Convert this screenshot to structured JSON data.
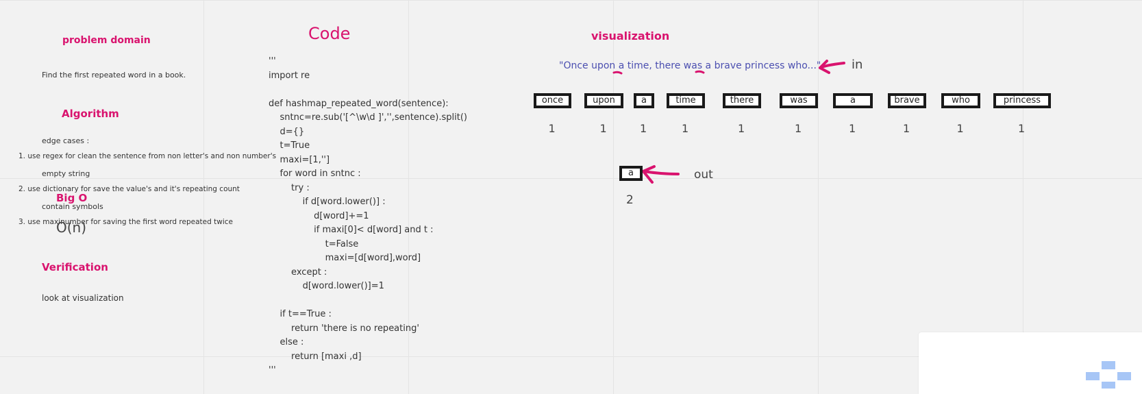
{
  "problem_domain": {
    "heading": "problem domain",
    "lines": [
      "Find the first repeated word in a book.",
      "",
      "edge cases :",
      "empty string",
      "contain symbols"
    ]
  },
  "algorithm": {
    "heading": "Algorithm",
    "steps": [
      "1. use regex for clean the sentence from non letter's and non number's",
      "2. use dictionary for save the value's and it's repeating count",
      "3. use maxinumber for saving the first word repeated twice"
    ]
  },
  "big_o": {
    "heading": "Big O",
    "value": "O(n)"
  },
  "verification": {
    "heading": "Verification",
    "text": "look at visualization"
  },
  "code": {
    "heading": "Code",
    "lines": [
      "'''",
      "import re",
      "",
      "def hashmap_repeated_word(sentence):",
      "    sntnc=re.sub('[^\\w\\d ]','',sentence).split()",
      "    d={}",
      "    t=True",
      "    maxi=[1,'']",
      "    for word in sntnc :",
      "        try :",
      "            if d[word.lower()] :",
      "                d[word]+=1",
      "                if maxi[0]< d[word] and t :",
      "                    t=False",
      "                    maxi=[d[word],word]",
      "        except :",
      "            d[word.lower()]=1",
      "",
      "    if t==True :",
      "        return 'there is no repeating'",
      "    else :",
      "        return [maxi ,d]",
      "'''"
    ]
  },
  "visualization": {
    "heading": "visualization",
    "sentence": "\"Once upon a time, there was a brave princess who...\"",
    "in_label": "in",
    "out_label": "out",
    "words": [
      {
        "word": "once",
        "count": "1"
      },
      {
        "word": "upon",
        "count": "1"
      },
      {
        "word": "a",
        "count": "1"
      },
      {
        "word": "time",
        "count": "1"
      },
      {
        "word": "there",
        "count": "1"
      },
      {
        "word": "was",
        "count": "1"
      },
      {
        "word": "a",
        "count": "1"
      },
      {
        "word": "brave",
        "count": "1"
      },
      {
        "word": "who",
        "count": "1"
      },
      {
        "word": "princess",
        "count": "1"
      }
    ],
    "output": {
      "word": "a",
      "count": "2"
    },
    "colors": {
      "accent": "#d9136e",
      "sentence": "#4b4fb0",
      "box_border": "#1a1a1a"
    }
  }
}
